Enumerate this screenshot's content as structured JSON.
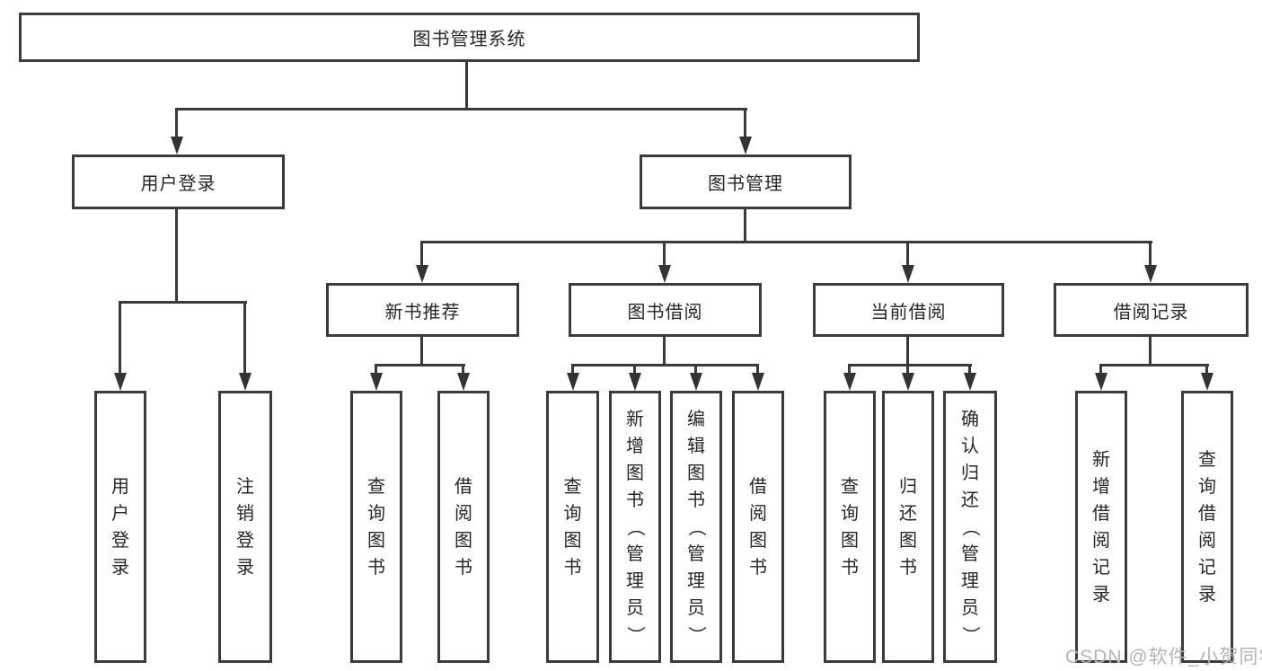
{
  "diagram": {
    "root": {
      "label": "图书管理系统"
    },
    "user_login": {
      "label": "用户登录",
      "children": [
        {
          "label": "用户登录"
        },
        {
          "label": "注销登录"
        }
      ]
    },
    "book_mgmt": {
      "label": "图书管理",
      "sections": [
        {
          "label": "新书推荐",
          "children": [
            {
              "label": "查询图书"
            },
            {
              "label": "借阅图书"
            }
          ]
        },
        {
          "label": "图书借阅",
          "children": [
            {
              "label": "查询图书"
            },
            {
              "label": "新增图书（管理员）"
            },
            {
              "label": "编辑图书（管理员）"
            },
            {
              "label": "借阅图书"
            }
          ]
        },
        {
          "label": "当前借阅",
          "children": [
            {
              "label": "查询图书"
            },
            {
              "label": "归还图书"
            },
            {
              "label": "确认归还（管理员）"
            }
          ]
        },
        {
          "label": "借阅记录",
          "children": [
            {
              "label": "新增借阅记录"
            },
            {
              "label": "查询借阅记录"
            }
          ]
        }
      ]
    },
    "line_color": "#3a3a3a",
    "text_color": "#262626",
    "border_color": "#3b3b3b"
  },
  "watermark": {
    "text": "CSDN @软件_小贺同学",
    "color": "#b4b4b4"
  }
}
